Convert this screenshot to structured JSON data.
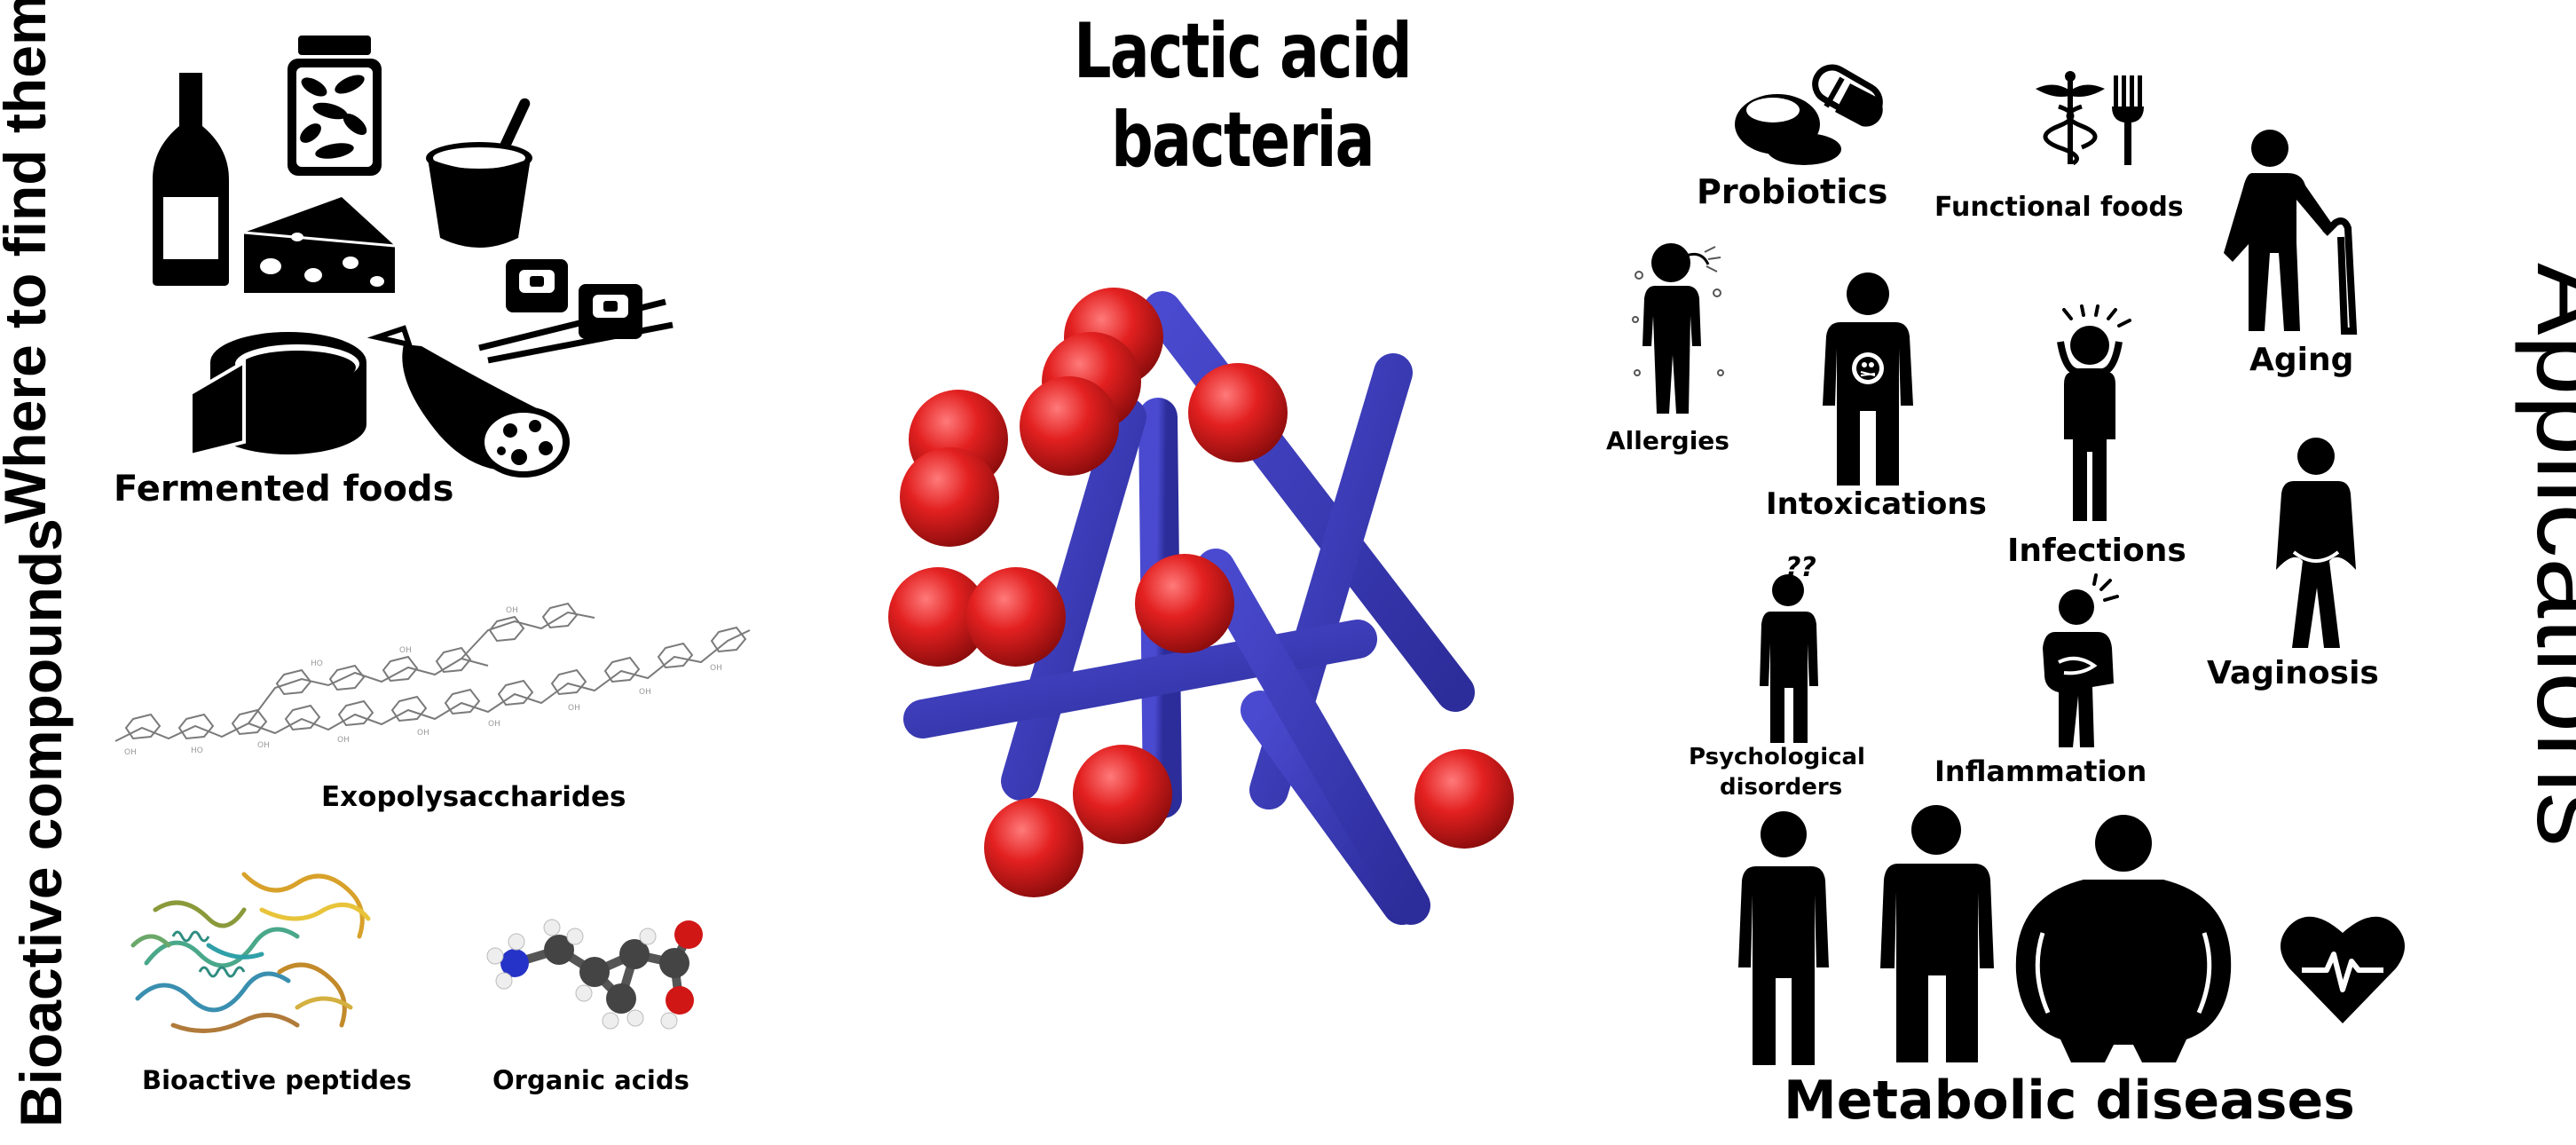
{
  "title": "Lactic acid bacteria",
  "left": {
    "where_title": "Where to find them",
    "fermented_label": "Fermented foods",
    "bioactive_title": "Bioactive compounds",
    "exopolysaccharides_label": "Exopolysaccharides",
    "peptides_label": "Bioactive peptides",
    "organic_acids_label": "Organic acids"
  },
  "right": {
    "applications_title": "Applications",
    "probiotics": "Probiotics",
    "functional_foods": "Functional foods",
    "aging": "Aging",
    "allergies": "Allergies",
    "intoxications": "Intoxications",
    "infections": "Infections",
    "vaginosis": "Vaginosis",
    "psychological_line1": "Psychological",
    "psychological_line2": "disorders",
    "inflammation": "Inflammation",
    "metabolic_diseases": "Metabolic diseases",
    "question_marks": "??"
  },
  "colors": {
    "rod": "#3b3bb8",
    "coccus": "#e01b1b",
    "icon": "#000000"
  }
}
